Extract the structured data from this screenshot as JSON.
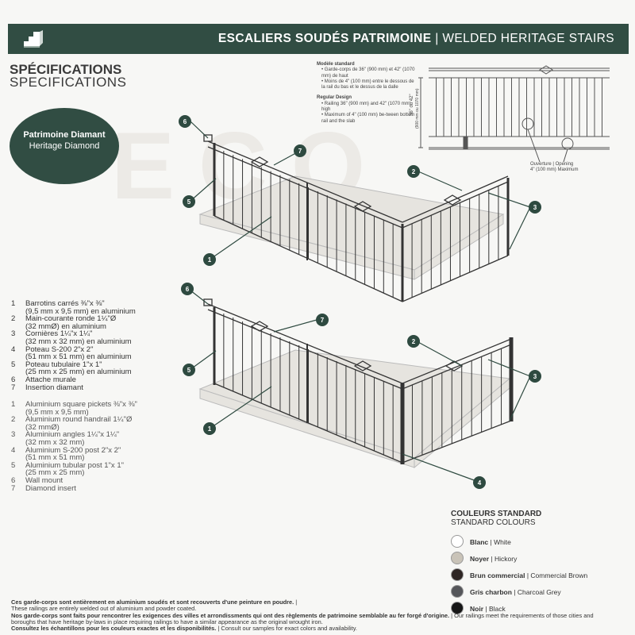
{
  "header": {
    "title_fr": "ESCALIERS SOUDÉS PATRIMOINE",
    "separator": "|",
    "title_en": "WELDED HERITAGE STAIRS"
  },
  "section": {
    "title_fr": "SPÉCIFICATIONS",
    "title_en": "SPECIFICATIONS"
  },
  "badge": {
    "line_fr": "Patrimoine Diamant",
    "line_en": "Heritage Diamond"
  },
  "notes": {
    "standard_fr_heading": "Modèle standard",
    "standard_fr_items": [
      "Garde-corps de 36\" (900 mm) et 42\" (1070 mm) de haut",
      "Moins de 4\" (100 mm) entre le dessous de la rail du bas et le dessus de la dalle"
    ],
    "standard_en_heading": "Regular Design",
    "standard_en_items": [
      "Railing 36\" (900 mm) and 42\" (1070 mm) high",
      "Maximum of 4\" (100 mm) be-tween bottom rail and the slab"
    ]
  },
  "drawing_labels": {
    "height_1": "36\" ou 42\"",
    "height_2": "(900 mm ou 1070 mm)",
    "opening_1": "Ouverture | Opening",
    "opening_2": "4\" (100 mm) Maximum"
  },
  "callouts": [
    "1",
    "2",
    "3",
    "4",
    "5",
    "6",
    "7"
  ],
  "parts_fr": [
    {
      "num": "1",
      "lines": [
        "Barrotins carrés ⅜\"x ⅜\"",
        "(9,5 mm x 9,5 mm) en aluminium"
      ]
    },
    {
      "num": "2",
      "lines": [
        "Main-courante ronde 1¼\"Ø",
        "(32 mmØ) en aluminium"
      ]
    },
    {
      "num": "3",
      "lines": [
        "Cornières 1¼\"x 1¼\"",
        "(32 mm x 32 mm) en aluminium"
      ]
    },
    {
      "num": "4",
      "lines": [
        "Poteau S-200 2\"x 2\"",
        "(51 mm x 51 mm) en aluminium"
      ]
    },
    {
      "num": "5",
      "lines": [
        "Poteau tubulaire 1\"x 1\"",
        "(25 mm x 25 mm) en aluminium"
      ]
    },
    {
      "num": "6",
      "lines": [
        "Attache murale"
      ]
    },
    {
      "num": "7",
      "lines": [
        "Insertion diamant"
      ]
    }
  ],
  "parts_en": [
    {
      "num": "1",
      "lines": [
        "Aluminium square pickets ⅜\"x ⅜\"",
        "(9,5 mm x 9,5 mm)"
      ]
    },
    {
      "num": "2",
      "lines": [
        "Aluminium round handrail 1¼\"Ø",
        "(32 mmØ)"
      ]
    },
    {
      "num": "3",
      "lines": [
        "Aluminium angles 1¼\"x 1¼\"",
        "(32 mm x 32 mm)"
      ]
    },
    {
      "num": "4",
      "lines": [
        "Aluminium S-200 post 2\"x 2\"",
        "(51 mm x 51 mm)"
      ]
    },
    {
      "num": "5",
      "lines": [
        "Aluminium tubular post 1\"x 1\"",
        "(25 mm x 25 mm)"
      ]
    },
    {
      "num": "6",
      "lines": [
        "Wall mount"
      ]
    },
    {
      "num": "7",
      "lines": [
        "Diamond insert"
      ]
    }
  ],
  "colours": {
    "title_fr": "COULEURS STANDARD",
    "title_en": "STANDARD COLOURS",
    "items": [
      {
        "fr": "Blanc",
        "en": "White",
        "hex": "#ffffff"
      },
      {
        "fr": "Noyer",
        "en": "Hickory",
        "hex": "#c9c3b8"
      },
      {
        "fr": "Brun commercial",
        "en": "Commercial Brown",
        "hex": "#2e2624"
      },
      {
        "fr": "Gris charbon",
        "en": "Charcoal Grey",
        "hex": "#55565a"
      },
      {
        "fr": "Noir",
        "en": "Black",
        "hex": "#161616"
      }
    ]
  },
  "footer": {
    "line1_fr": "Ces garde-corps sont entièrement en aluminium soudés et sont recouverts d'une peinture en poudre.",
    "line1_sep": "|",
    "line2_en": "These railings are entirely welded out of aluminium and powder coated.",
    "line3_fr": "Nos garde-corps sont faits pour rencontrer les exigences des villes et arrondissments qui ont des règlements de patrimoine semblable au fer forgé d'origine.",
    "line3_en": "| Our railings meet the requirements of those cities and boroughs that have heritage by-laws in place requiring railings to have a similar appearance as the original wrought iron.",
    "line4_fr": "Consultez les échantillons pour les couleurs exactes et les disponibilités.",
    "line4_en": "| Consult our samples for exact colors and availability."
  },
  "accent": "#314d43"
}
